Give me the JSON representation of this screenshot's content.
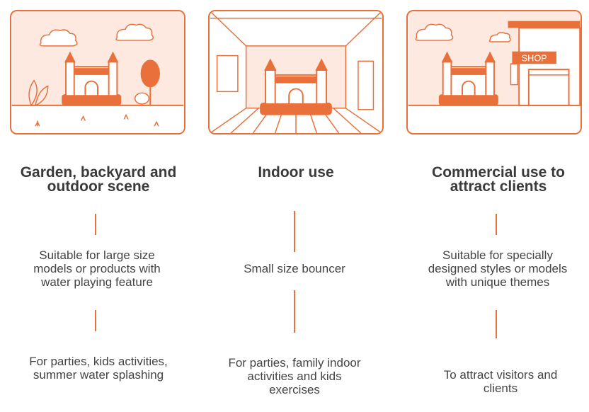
{
  "colors": {
    "accent": "#e9703a",
    "accent_light": "#fde9e0",
    "title": "#3a3a3a",
    "text": "#444444"
  },
  "columns": [
    {
      "title_line1": "Garden, backyard and",
      "title_line2": "outdoor scene",
      "feature_line1": "Suitable for large size",
      "feature_line2": "models or products with",
      "feature_line3": "water playing feature",
      "use_line1": "For parties, kids activities,",
      "use_line2": "summer water splashing"
    },
    {
      "title_line1": "Indoor use",
      "feature_line1": "Small size bouncer",
      "use_line1": "For parties, family indoor",
      "use_line2": "activities and kids",
      "use_line3": "exercises"
    },
    {
      "title_line1": "Commercial use to",
      "title_line2": "attract clients",
      "sign_text": "SHOP",
      "feature_line1": "Suitable for specially",
      "feature_line2": "designed styles or models",
      "feature_line3": "with unique themes",
      "use_line1": "To attract visitors and",
      "use_line2": "clients"
    }
  ]
}
